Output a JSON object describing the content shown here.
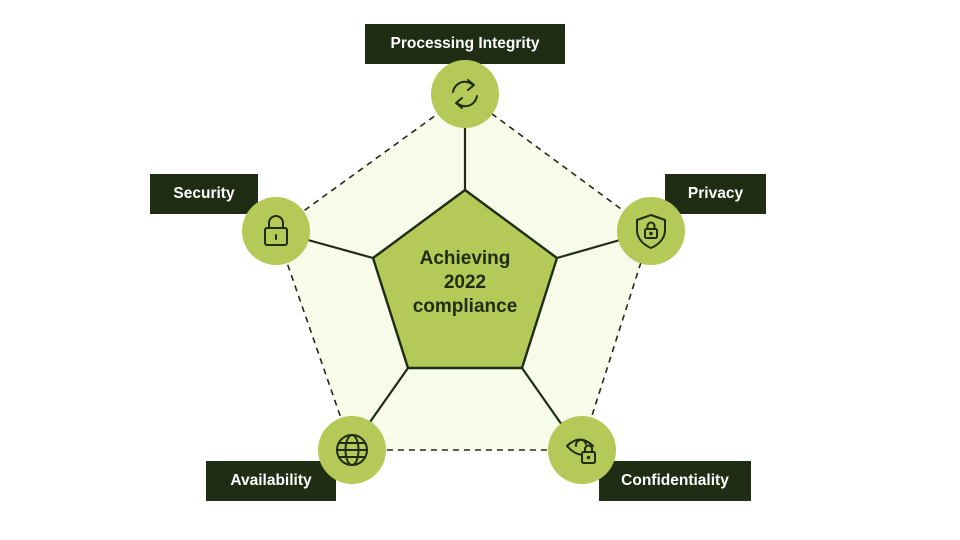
{
  "colors": {
    "dark_green": "#1e2d13",
    "lime": "#b4c957",
    "pale": "#f8faea",
    "background": "#ffffff"
  },
  "center": {
    "lines": [
      "Achieving",
      "2022",
      "compliance"
    ]
  },
  "pillars": [
    {
      "id": "processing-integrity",
      "label": "Processing Integrity",
      "icon": "sync-arrows-icon"
    },
    {
      "id": "privacy",
      "label": "Privacy",
      "icon": "shield-lock-icon"
    },
    {
      "id": "confidentiality",
      "label": "Confidentiality",
      "icon": "eye-lock-icon"
    },
    {
      "id": "availability",
      "label": "Availability",
      "icon": "globe-icon"
    },
    {
      "id": "security",
      "label": "Security",
      "icon": "padlock-icon"
    }
  ]
}
